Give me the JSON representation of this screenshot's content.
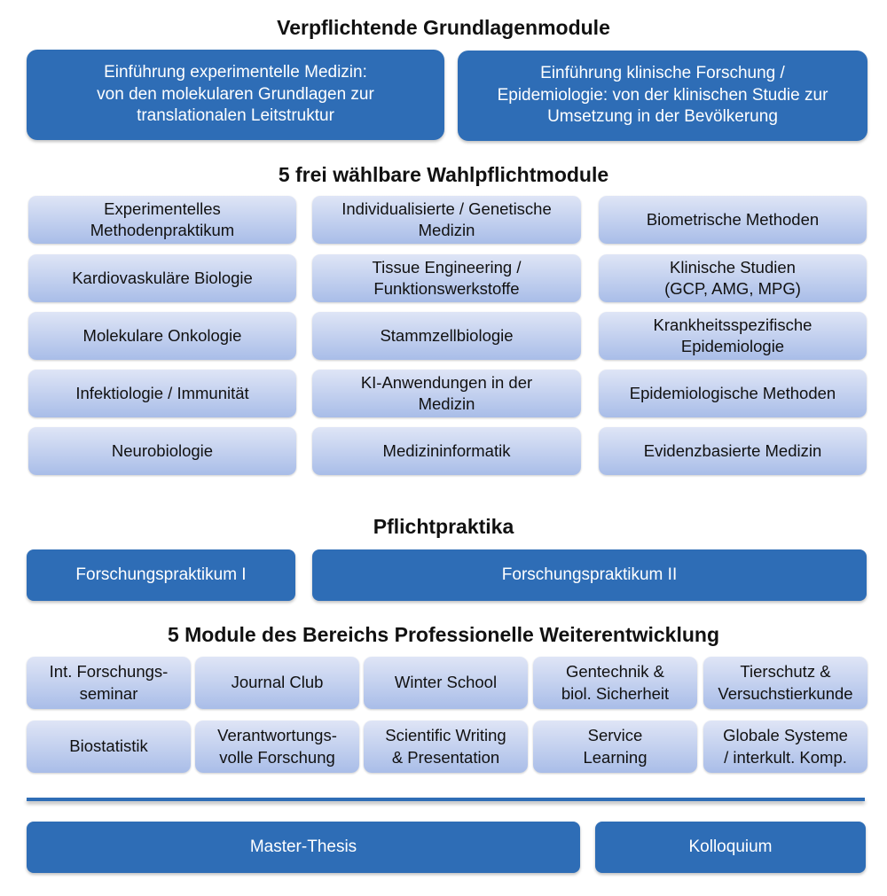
{
  "titles": {
    "grundlagen": "Verpflichtende Grundlagenmodule",
    "wahlpflicht": "5 frei wählbare Wahlpflichtmodule",
    "praktika": "Pflichtpraktika",
    "professionell": "5 Module des Bereichs Professionelle Weiterentwicklung"
  },
  "grundlagen": [
    "Einführung experimentelle Medizin:\nvon den molekularen Grundlagen zur\ntranslationalen Leitstruktur",
    "Einführung klinische Forschung /\nEpidemiologie: von der klinischen Studie zur\nUmsetzung in der Bevölkerung"
  ],
  "wahlpflicht": [
    [
      "Experimentelles\nMethodenpraktikum",
      "Individualisierte / Genetische\nMedizin",
      "Biometrische Methoden"
    ],
    [
      "Kardiovaskuläre Biologie",
      "Tissue Engineering /\nFunktionswerkstoffe",
      "Klinische Studien\n(GCP, AMG, MPG)"
    ],
    [
      "Molekulare Onkologie",
      "Stammzellbiologie",
      "Krankheitsspezifische\nEpidemiologie"
    ],
    [
      "Infektiologie / Immunität",
      "KI-Anwendungen in der\nMedizin",
      "Epidemiologische Methoden"
    ],
    [
      "Neurobiologie",
      "Medizininformatik",
      "Evidenzbasierte Medizin"
    ]
  ],
  "praktika": [
    "Forschungspraktikum I",
    "Forschungspraktikum II"
  ],
  "professionell": [
    [
      "Int. Forschungs-\nseminar",
      "Journal Club",
      "Winter School",
      "Gentechnik &\nbiol. Sicherheit",
      "Tierschutz &\nVersuchstierkunde"
    ],
    [
      "Biostatistik",
      "Verantwortungs-\nvolle Forschung",
      "Scientific Writing\n& Presentation",
      "Service\nLearning",
      "Globale Systeme\n/ interkult. Komp."
    ]
  ],
  "abschluss": [
    "Master-Thesis",
    "Kolloquium"
  ]
}
